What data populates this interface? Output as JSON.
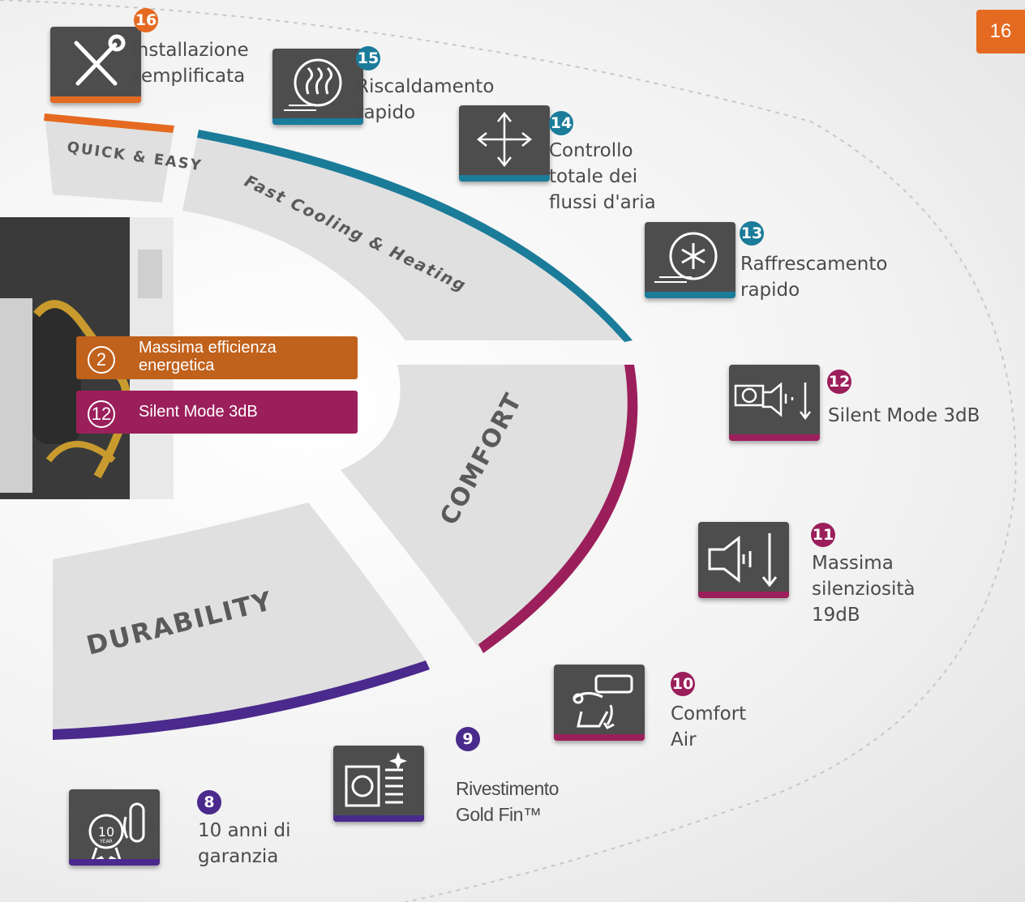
{
  "page_number": "16",
  "segments": {
    "quick": "QUICK & EASY",
    "fast": "Fast Cooling & Heating",
    "comfort": "COMFORT",
    "durability": "DURABILITY"
  },
  "product_tags": [
    {
      "num": "2",
      "text": "Massima efficienza energetica",
      "color": "#c0611c"
    },
    {
      "num": "12",
      "text": "Silent Mode 3dB",
      "color": "#9b1f5b"
    }
  ],
  "features": [
    {
      "num": "16",
      "label": "Installazione semplificata",
      "icon": "tools-icon",
      "color": "#e56a21"
    },
    {
      "num": "15",
      "label": "Riscaldamento rapido",
      "icon": "heating-icon",
      "color": "#1b7c9a"
    },
    {
      "num": "14",
      "label": "Controllo totale dei flussi d'aria",
      "icon": "airflow-icon",
      "color": "#1b7c9a"
    },
    {
      "num": "13",
      "label": "Raffrescamento rapido",
      "icon": "snowflake-icon",
      "color": "#1b7c9a"
    },
    {
      "num": "12",
      "label": "Silent Mode 3dB",
      "icon": "silent-mode-icon",
      "color": "#9b1f5b"
    },
    {
      "num": "11",
      "label": "Massima silenziosità 19dB",
      "icon": "speaker-icon",
      "color": "#9b1f5b"
    },
    {
      "num": "10",
      "label": "Comfort Air",
      "icon": "comfort-air-icon",
      "color": "#9b1f5b"
    },
    {
      "num": "9",
      "label": "Rivestimento Gold Fin™",
      "icon": "gold-fin-icon",
      "color": "#4a2a8c"
    },
    {
      "num": "8",
      "label": "10 anni di garanzia",
      "icon": "warranty-icon",
      "color": "#4a2a8c"
    }
  ],
  "warranty_badge": "10",
  "warranty_badge_sub": "YEAR"
}
